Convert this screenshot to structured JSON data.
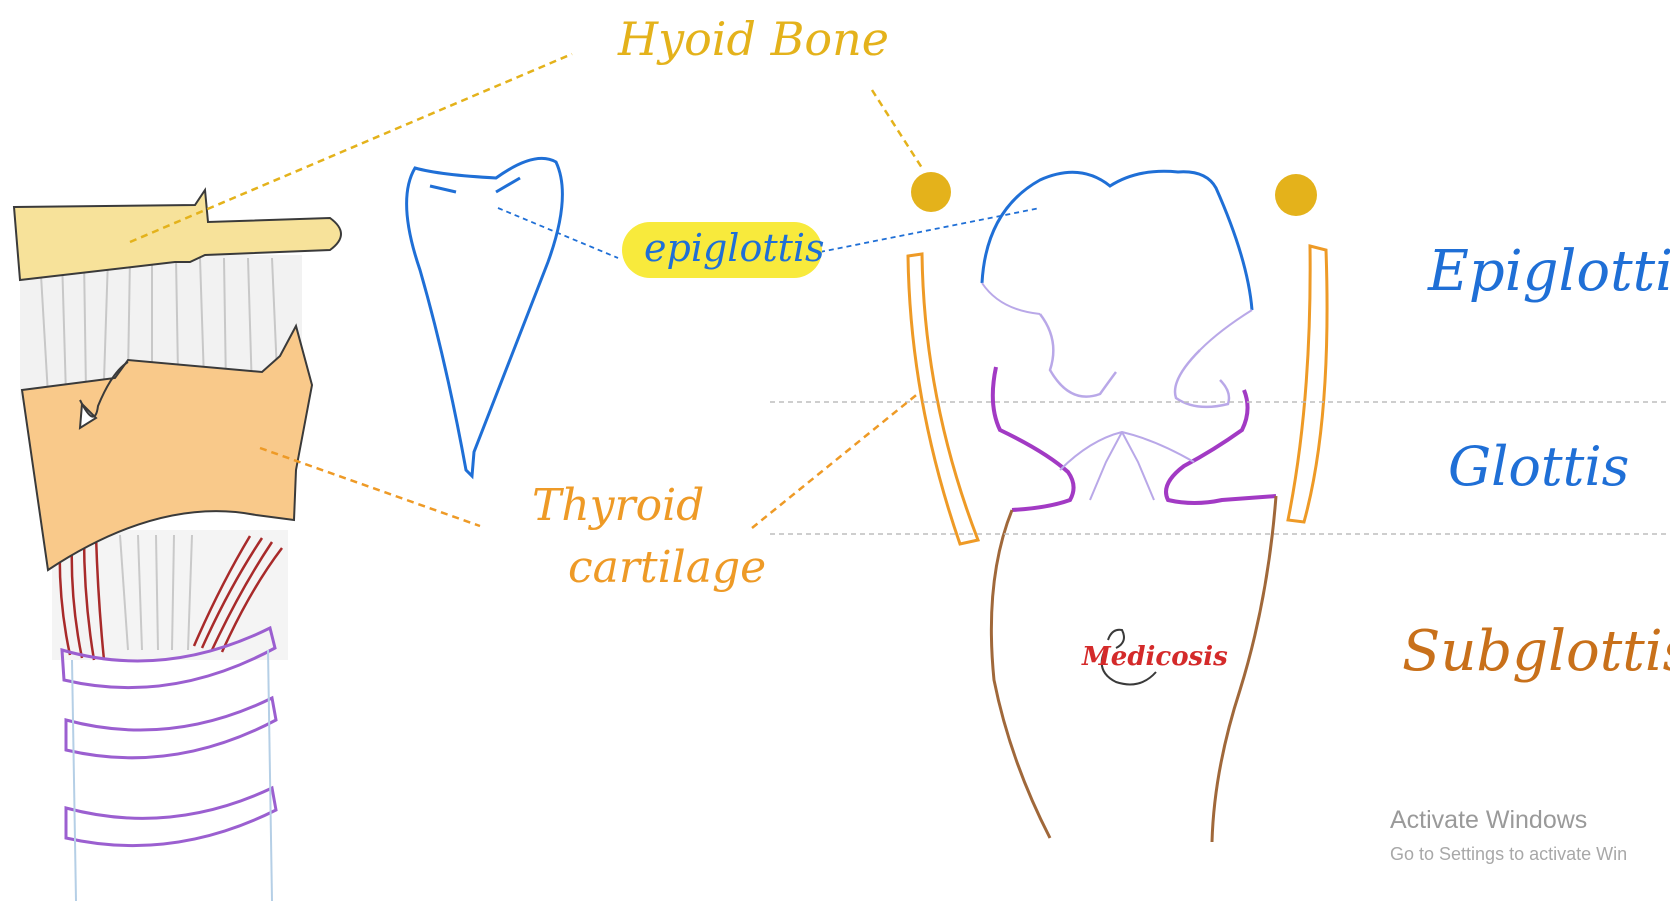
{
  "labels": {
    "hyoid": "Hyoid Bone",
    "epiglottis": "epiglottis",
    "thyroid_line1": "Thyroid",
    "thyroid_line2": "cartilage"
  },
  "regions": {
    "epiglottis": "Epiglottis",
    "glottis": "Glottis",
    "subglottis": "Subglottis"
  },
  "logo": {
    "text": "Medicosis"
  },
  "watermark": {
    "title": "Activate Windows",
    "subtitle": "Go to Settings to activate Win"
  },
  "colors": {
    "hyoid": "#e4b21b",
    "hyoid_fill": "#f7e29a",
    "thyroid": "#ee9a26",
    "thyroid_fill": "#f9c98a",
    "epiglottis": "#1f6fd6",
    "glottis": "#a23ac4",
    "vestibular": "#b9a8e8",
    "subglottis": "#a0683a",
    "subglottis_text": "#c8701a",
    "trachea_ring": "#9b5fd0",
    "muscle": "#a82a2a",
    "membrane": "#c8c8c8",
    "highlight": "#f8ea3c",
    "logo": "#d42a2a",
    "guide": "#bdbdbd"
  }
}
